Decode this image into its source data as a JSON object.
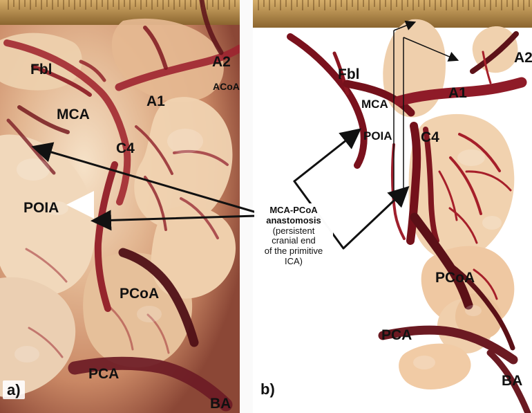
{
  "figure": {
    "panel_a": {
      "tag": "a)",
      "labels": {
        "fbl": "Fbl",
        "a2": "A2",
        "acoa": "ACoA",
        "mca": "MCA",
        "a1": "A1",
        "c4": "C4",
        "poia": "POIA",
        "pcoa": "PCoA",
        "pca": "PCA",
        "ba": "BA"
      }
    },
    "panel_b": {
      "tag": "b)",
      "labels": {
        "fbl": "Fbl",
        "a2": "A2",
        "mca": "MCA",
        "a1": "A1",
        "poia": "POIA",
        "c4": "C4",
        "pcoa": "PCoA",
        "pca": "PCA",
        "ba": "BA"
      }
    },
    "annotation": {
      "title_line_1": "MCA-PCoA",
      "title_line_2": "anastomosis",
      "note_line_1": "(persistent",
      "note_line_2": "cranial end",
      "note_line_3": "of the primitive",
      "note_line_4": "ICA)"
    }
  },
  "colors": {
    "vessel_dark": "#7a111d",
    "vessel_mid": "#a61f2a",
    "tissue_light": "#f0d2b2",
    "tissue_mid": "#d49b74",
    "ruler": "#b88948",
    "text": "#111111",
    "arrow": "#111111"
  }
}
